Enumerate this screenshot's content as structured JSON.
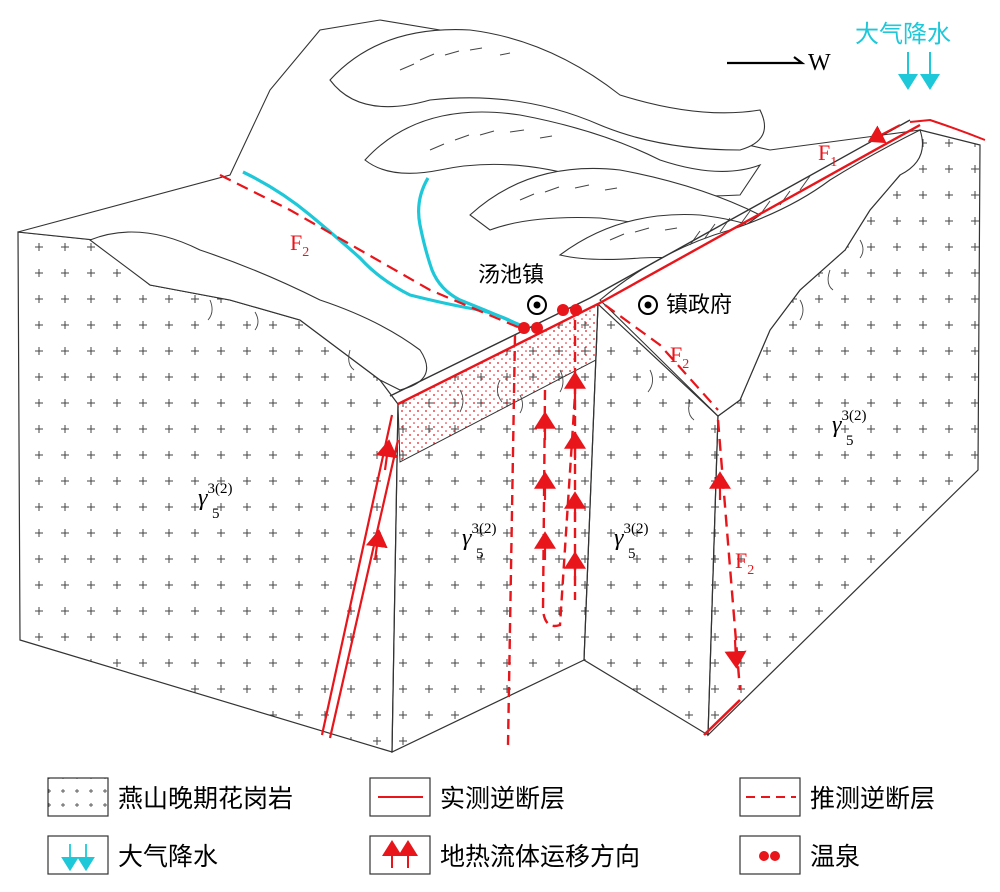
{
  "diagram": {
    "direction": {
      "label": "W"
    },
    "precipitation": {
      "label": "大气降水",
      "color": "#1ec8d8"
    },
    "faults": {
      "f1": "F",
      "f1_sub": "1",
      "f2": "F",
      "f2_sub": "2",
      "color": "#e8151b"
    },
    "places": {
      "town": "汤池镇",
      "government": "镇政府"
    },
    "granite": {
      "symbol": "γ",
      "sup": "3(2)",
      "sub": "5"
    },
    "legend": {
      "granite": "燕山晚期花岗岩",
      "measured_fault": "实测逆断层",
      "inferred_fault": "推测逆断层",
      "precipitation": "大气降水",
      "geothermal_flow": "地热流体运移方向",
      "hot_spring": "温泉"
    }
  }
}
